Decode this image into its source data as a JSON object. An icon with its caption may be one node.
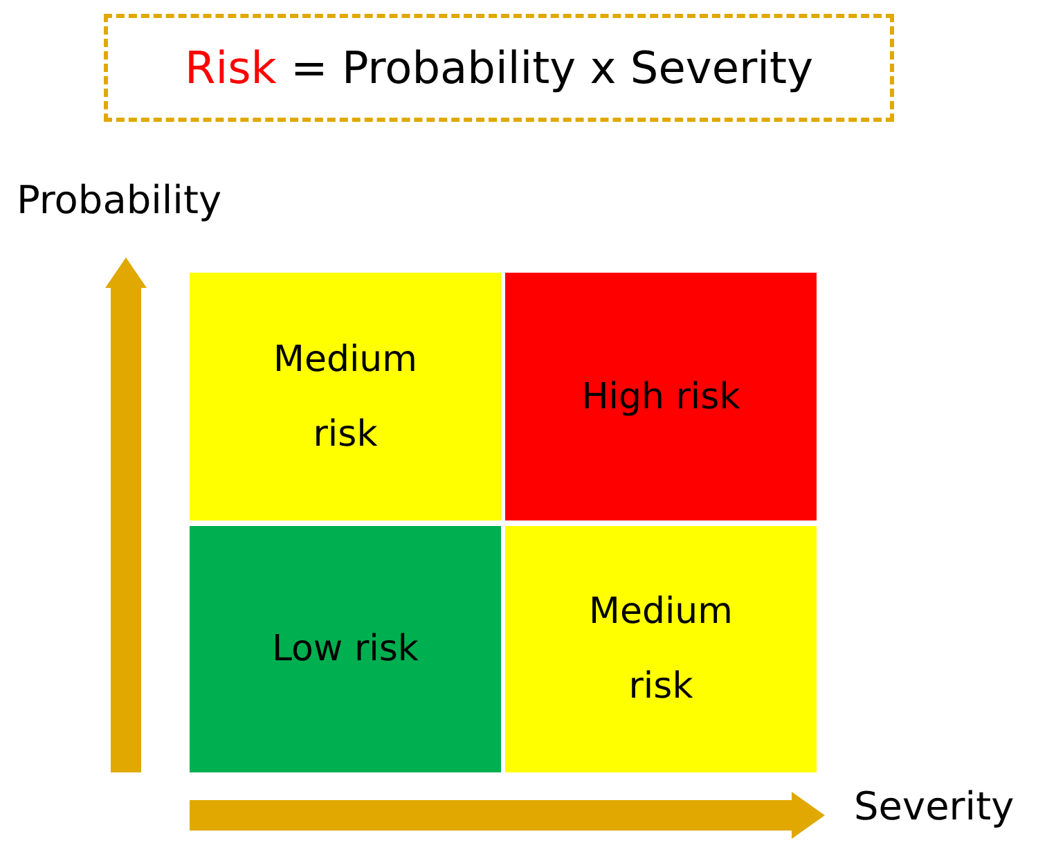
{
  "diagram": {
    "title": "Risk = Probability x Severity",
    "nodes": [
      {
        "text": [
          "Medium risk"
        ]
      },
      {
        "text": [
          "High risk"
        ]
      },
      {
        "text": [
          "Low risk"
        ]
      },
      {
        "text": [
          "Medium risk"
        ]
      }
    ],
    "labels": [
      "Probability",
      "Severity"
    ]
  }
}
